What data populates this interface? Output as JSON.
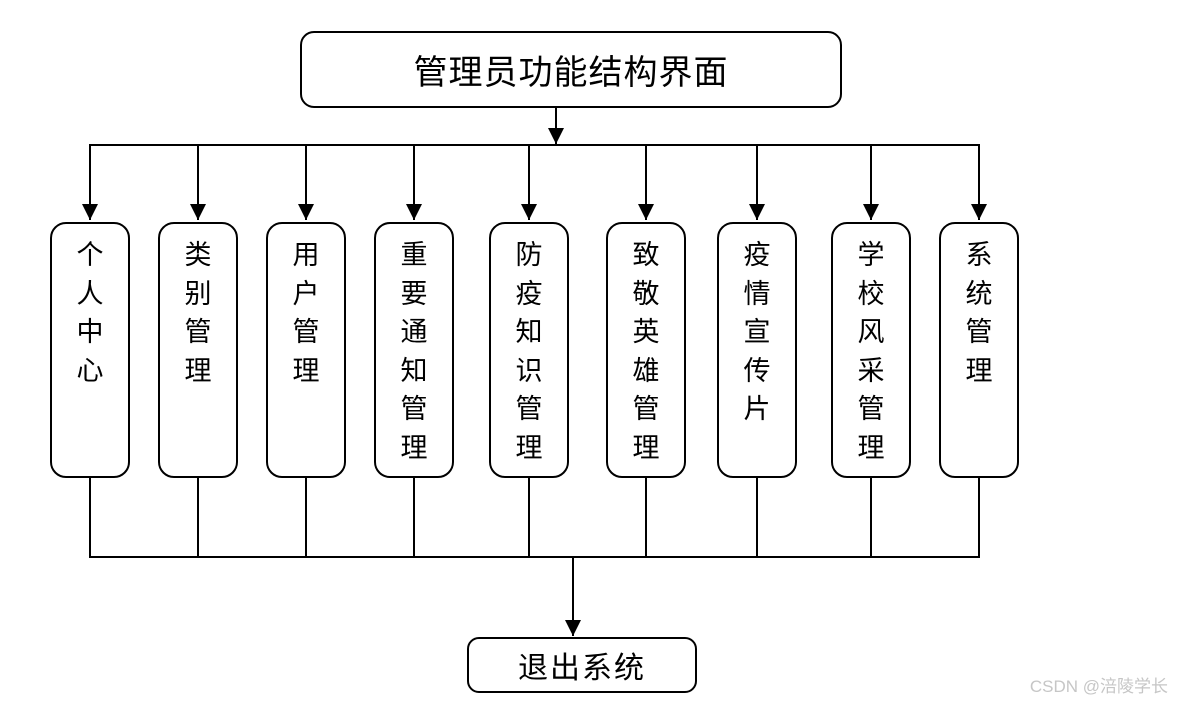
{
  "diagram": {
    "title": "管理员功能结构界面",
    "modules": [
      "个人中心",
      "类别管理",
      "用户管理",
      "重要通知管理",
      "防疫知识管理",
      "致敬英雄管理",
      "疫情宣传片",
      "学校风采管理",
      "系统管理"
    ],
    "exit_label": "退出系统"
  },
  "watermark": {
    "text": "CSDN @涪陵学长"
  },
  "colors": {
    "line": "#000000",
    "box_border": "#000000",
    "background": "#ffffff",
    "watermark": "#c6c6c6"
  }
}
